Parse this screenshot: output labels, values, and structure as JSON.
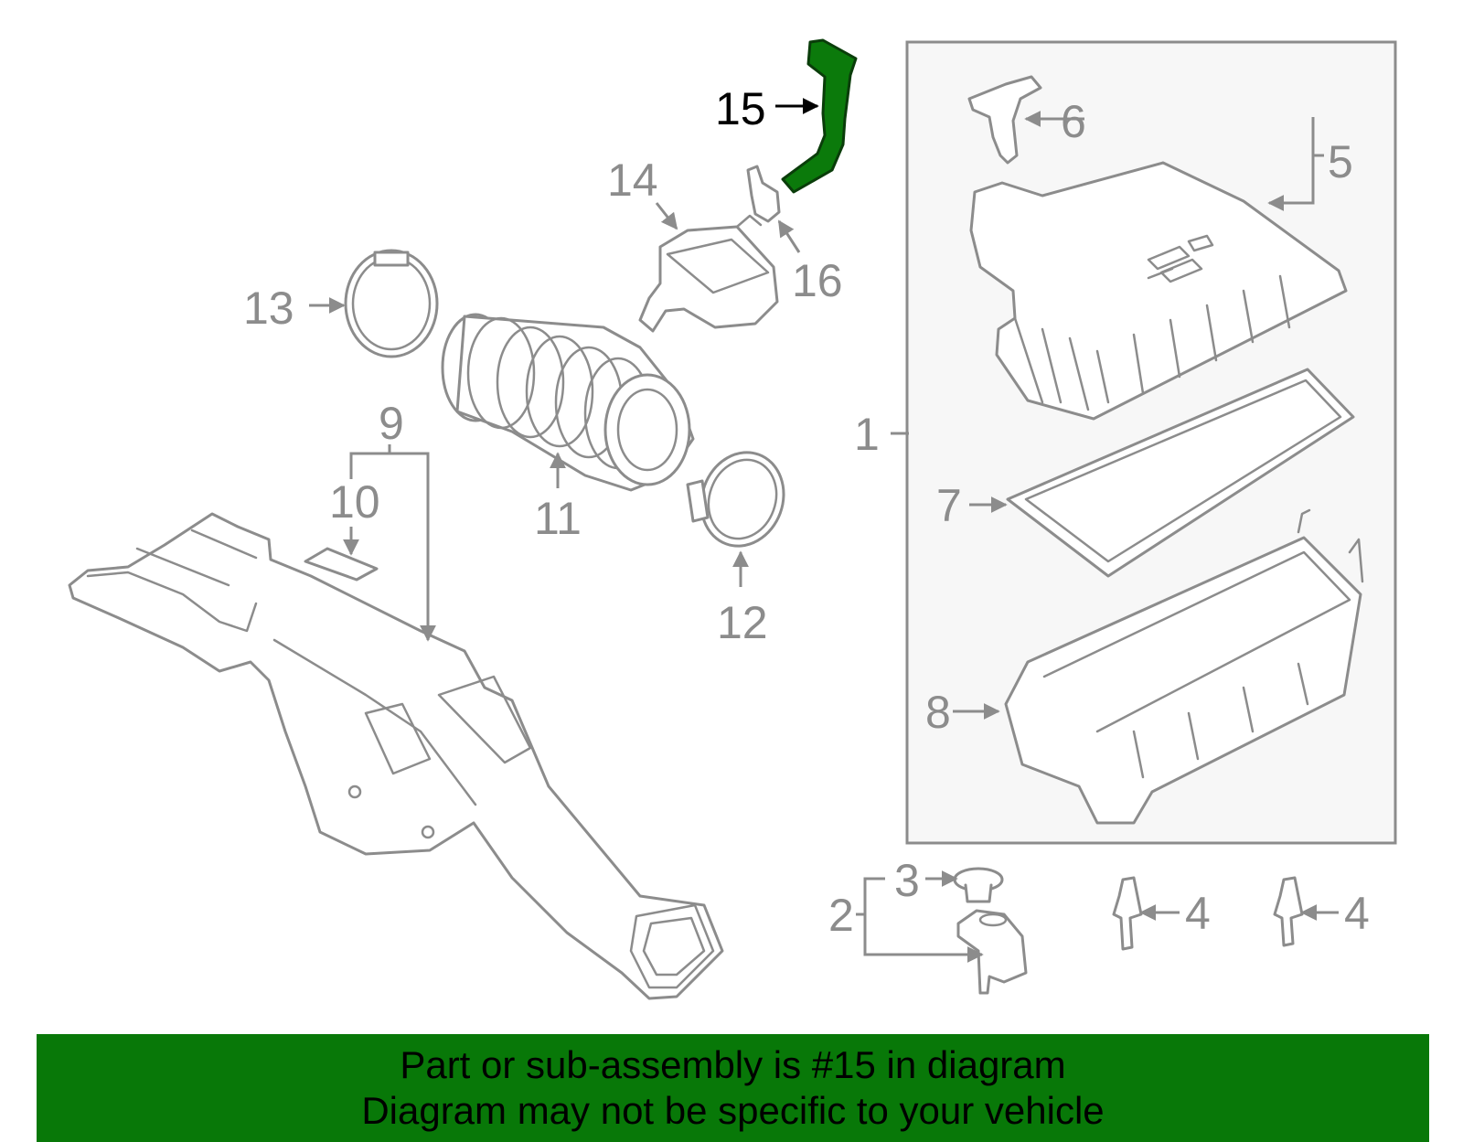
{
  "diagram": {
    "callouts": [
      {
        "id": "1",
        "label": "1"
      },
      {
        "id": "2",
        "label": "2"
      },
      {
        "id": "3",
        "label": "3"
      },
      {
        "id": "4a",
        "label": "4"
      },
      {
        "id": "4b",
        "label": "4"
      },
      {
        "id": "5",
        "label": "5"
      },
      {
        "id": "6",
        "label": "6"
      },
      {
        "id": "7",
        "label": "7"
      },
      {
        "id": "8",
        "label": "8"
      },
      {
        "id": "9",
        "label": "9"
      },
      {
        "id": "10",
        "label": "10"
      },
      {
        "id": "11",
        "label": "11"
      },
      {
        "id": "12",
        "label": "12"
      },
      {
        "id": "13",
        "label": "13"
      },
      {
        "id": "14",
        "label": "14"
      },
      {
        "id": "15",
        "label": "15",
        "highlighted": true
      },
      {
        "id": "16",
        "label": "16"
      }
    ],
    "highlight_color": "#087808",
    "line_color": "#8c8c8c"
  },
  "footer": {
    "line1": "Part or sub-assembly is #15 in diagram",
    "line2": "Diagram may not be specific to your vehicle"
  }
}
